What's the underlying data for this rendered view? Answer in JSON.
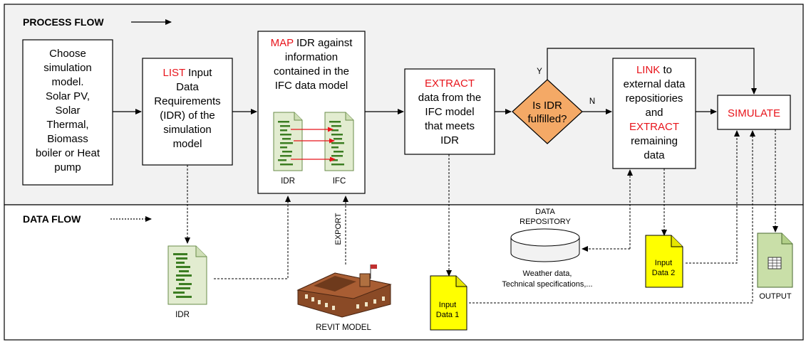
{
  "headers": {
    "process_flow": "PROCESS FLOW",
    "data_flow": "DATA FLOW"
  },
  "boxes": {
    "choose": [
      "Choose",
      "simulation",
      "model.",
      "Solar PV,",
      "Solar",
      "Thermal,",
      "Biomass",
      "boiler or Heat",
      "pump"
    ],
    "list": {
      "keyword": "LIST",
      "line1_rest": " Input",
      "lines": [
        "Data",
        "Requirements",
        "(IDR) of the",
        "simulation",
        "model"
      ]
    },
    "map": {
      "keyword": "MAP",
      "line1_rest": " IDR against",
      "lines": [
        "information",
        "contained in the",
        "IFC data model"
      ],
      "idr_label": "IDR",
      "ifc_label": "IFC"
    },
    "extract": {
      "keyword": "EXTRACT",
      "lines": [
        "data from the",
        "IFC model",
        "that meets",
        "IDR"
      ]
    },
    "decision": {
      "lines": [
        "Is IDR",
        "fulfilled?"
      ],
      "yes": "Y",
      "no": "N"
    },
    "link": {
      "keyword": "LINK",
      "line1_rest": " to",
      "lines": [
        "external data",
        "repositiories",
        "and"
      ],
      "keyword2": "EXTRACT",
      "lines2": [
        "remaining",
        "data"
      ]
    },
    "simulate": "SIMULATE"
  },
  "data_items": {
    "idr_doc": "IDR",
    "export": "EXPORT",
    "revit": "REVIT MODEL",
    "repository_title": [
      "DATA",
      "REPOSITORY"
    ],
    "repository_desc": [
      "Weather data,",
      "Technical specifications,..."
    ],
    "input1": [
      "Input",
      "Data 1"
    ],
    "input2": [
      "Input",
      "Data 2"
    ],
    "output": "OUTPUT"
  },
  "colors": {
    "keyword": "#e8141b",
    "process_bg": "#f2f2f2",
    "diamond": "#f4a966",
    "doc_green": "#e2ecd0",
    "doc_lines": "#3c7d22",
    "input_yellow": "#ffff00",
    "output_green": "#c9dfa8"
  }
}
